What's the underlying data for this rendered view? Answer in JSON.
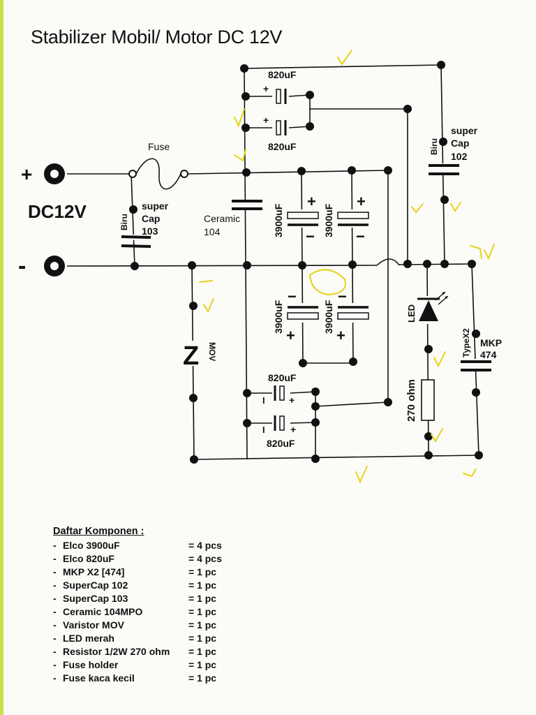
{
  "title": "Stabilizer Mobil/ Motor  DC 12V",
  "terminals": {
    "plus": "+",
    "minus": "-",
    "supply": "DC12V"
  },
  "fuse": {
    "label": "Fuse"
  },
  "supercap_input": {
    "color": "Biru",
    "label1": "super",
    "label2": "Cap",
    "value": "103"
  },
  "supercap_output": {
    "color": "Biru",
    "label1": "super",
    "label2": "Cap",
    "value": "102"
  },
  "ceramic": {
    "label": "Ceramic",
    "value": "104"
  },
  "elco_top": [
    "820uF",
    "820uF"
  ],
  "elco_bottom": [
    "820uF",
    "820uF"
  ],
  "elco_big": [
    "3900uF",
    "3900uF",
    "3900uF",
    "3900uF"
  ],
  "mov": {
    "label": "MOV",
    "symbol": "Z"
  },
  "led": {
    "label": "LED"
  },
  "resistor": {
    "value": "270 ohm"
  },
  "mkp": {
    "type": "TypeX2",
    "label": "MKP",
    "value": "474"
  },
  "parts_list": {
    "heading": "Daftar Komponen :",
    "items": [
      {
        "name": "Elco 3900uF",
        "qty": "= 4 pcs"
      },
      {
        "name": "Elco 820uF",
        "qty": "= 4 pcs"
      },
      {
        "name": "MKP X2 [474]",
        "qty": "= 1 pc"
      },
      {
        "name": "SuperCap 102",
        "qty": "= 1 pc"
      },
      {
        "name": "SuperCap 103",
        "qty": "= 1 pc"
      },
      {
        "name": "Ceramic 104MPO",
        "qty": "= 1 pc"
      },
      {
        "name": "Varistor MOV",
        "qty": "= 1 pc"
      },
      {
        "name": "LED merah",
        "qty": "= 1 pc"
      },
      {
        "name": "Resistor 1/2W 270 ohm",
        "qty": "= 1 pc"
      },
      {
        "name": "Fuse holder",
        "qty": "= 1 pc"
      },
      {
        "name": "Fuse kaca kecil",
        "qty": "= 1 pc"
      }
    ]
  },
  "colors": {
    "ink": "#111111",
    "checkmark": "#e8d21a",
    "paper": "#fbfbf8"
  }
}
